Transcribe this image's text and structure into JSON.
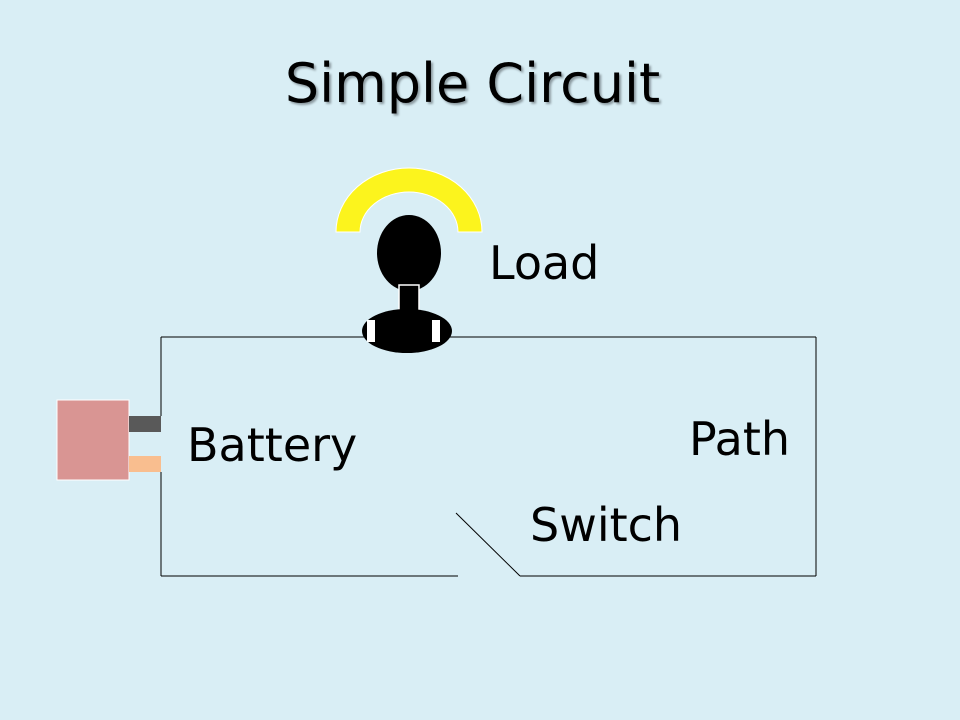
{
  "slide": {
    "title": "Simple Circuit"
  },
  "labels": {
    "load": "Load",
    "battery": "Battery",
    "path": "Path",
    "switch": "Switch"
  },
  "colors": {
    "background": "#d9eef5",
    "bulb_glow": "#fcf41d",
    "bulb": "#000000",
    "battery_body": "#d99593",
    "battery_negative_terminal": "#595959",
    "battery_positive_terminal": "#f9be8f",
    "wire": "#000000"
  }
}
